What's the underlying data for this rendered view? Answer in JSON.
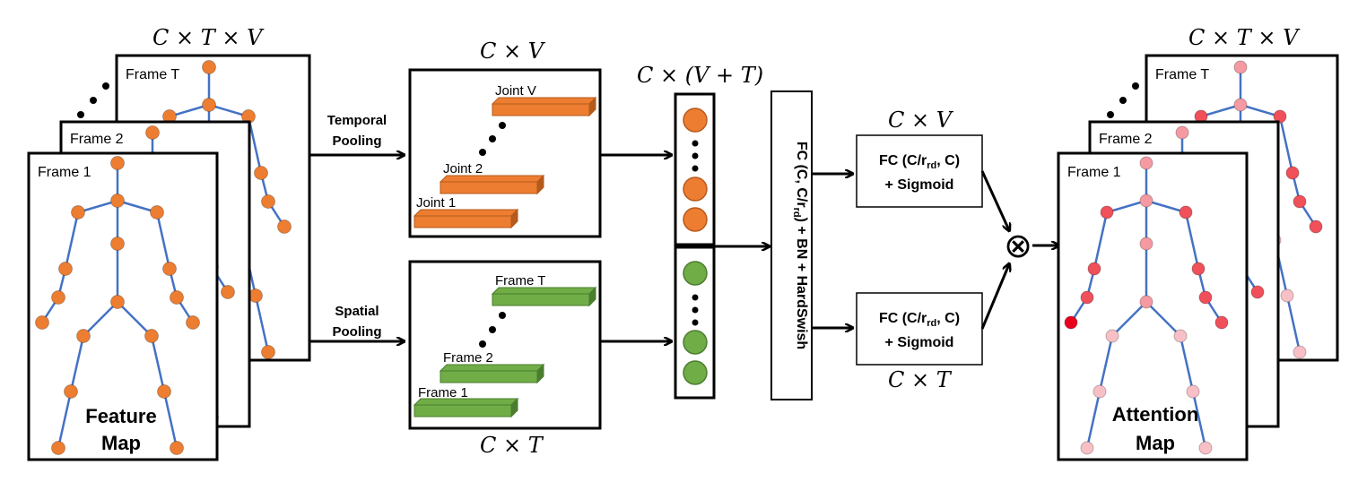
{
  "dims": {
    "feature_map": "C × T × V",
    "temporal_pool": "C × V",
    "concat": "C × (V + T)",
    "fc_joint": "C × V",
    "fc_frame": "C × T",
    "spatial_pool": "C × T",
    "attention_map": "C × T × V"
  },
  "feature_map": {
    "frames": [
      "Frame 1",
      "Frame 2",
      "Frame T"
    ],
    "title_line1": "Feature",
    "title_line2": "Map"
  },
  "temporal_pooling": {
    "label_line1": "Temporal",
    "label_line2": "Pooling",
    "bars": [
      "Joint 1",
      "Joint 2",
      "Joint V"
    ]
  },
  "spatial_pooling": {
    "label_line1": "Spatial",
    "label_line2": "Pooling",
    "bars": [
      "Frame 1",
      "Frame 2",
      "Frame T"
    ]
  },
  "shared_fc": {
    "text_a": "FC (C, C/r",
    "sub": "rd",
    "text_b": ") + BN + HardSwish"
  },
  "fc_joint": {
    "line1_a": "FC (C/r",
    "line1_sub": "rd",
    "line1_b": ", C)",
    "line2": "+ Sigmoid"
  },
  "fc_frame": {
    "line1_a": "FC (C/r",
    "line1_sub": "rd",
    "line1_b": ", C)",
    "line2": "+ Sigmoid"
  },
  "multiply_symbol": "⊗",
  "attention_map": {
    "frames": [
      "Frame 1",
      "Frame 2",
      "Frame T"
    ],
    "title_line1": "Attention",
    "title_line2": "Map"
  },
  "colors": {
    "feature_joint": "#ed7d31",
    "bone": "#4472c4",
    "temporal_bar": "#ed7d31",
    "spatial_bar": "#70ad47",
    "attn_strong": "#e8001c",
    "attn_mid": "#f0505a",
    "attn_light": "#f59aa2",
    "attn_pale": "#f8c0c6"
  }
}
